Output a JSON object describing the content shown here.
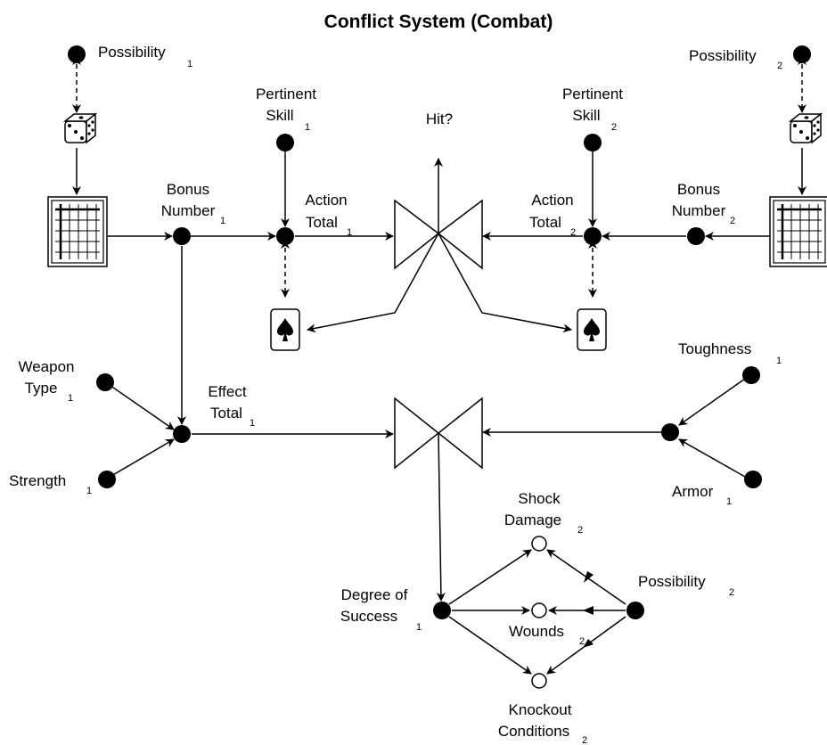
{
  "title": "Conflict System (Combat)",
  "nodes": {
    "possibility_1": {
      "label": "Possibility",
      "sub": "1"
    },
    "possibility_2_top": {
      "label": "Possibility",
      "sub": "2"
    },
    "pertinent_skill_1": {
      "line1": "Pertinent",
      "line2": "Skill",
      "sub": "1"
    },
    "pertinent_skill_2": {
      "line1": "Pertinent",
      "line2": "Skill",
      "sub": "2"
    },
    "hit": {
      "label": "Hit?"
    },
    "bonus_number_1": {
      "line1": "Bonus",
      "line2": "Number",
      "sub": "1"
    },
    "bonus_number_2": {
      "line1": "Bonus",
      "line2": "Number",
      "sub": "2"
    },
    "action_total_1": {
      "line1": "Action",
      "line2": "Total",
      "sub": "1"
    },
    "action_total_2": {
      "line1": "Action",
      "line2": "Total",
      "sub": "2"
    },
    "weapon_type_1": {
      "line1": "Weapon",
      "line2": "Type",
      "sub": "1"
    },
    "strength_1": {
      "label": "Strength",
      "sub": "1"
    },
    "effect_total_1": {
      "line1": "Effect",
      "line2": "Total",
      "sub": "1"
    },
    "toughness_1": {
      "label": "Toughness",
      "sub": "1"
    },
    "armor_1": {
      "label": "Armor",
      "sub": "1"
    },
    "shock_damage_2": {
      "line1": "Shock",
      "line2": "Damage",
      "sub": "2"
    },
    "wounds_2": {
      "label": "Wounds",
      "sub": "2"
    },
    "knockout_conditions_2": {
      "line1": "Knockout",
      "line2": "Conditions",
      "sub": "2"
    },
    "degree_of_success_1": {
      "line1": "Degree of",
      "line2": "Success",
      "sub": "1"
    },
    "possibility_2_bottom": {
      "label": "Possibility",
      "sub": "2"
    }
  },
  "icons": [
    "die-icon",
    "chart-table-icon",
    "spade-card-icon",
    "bowtie-comparator-icon"
  ]
}
